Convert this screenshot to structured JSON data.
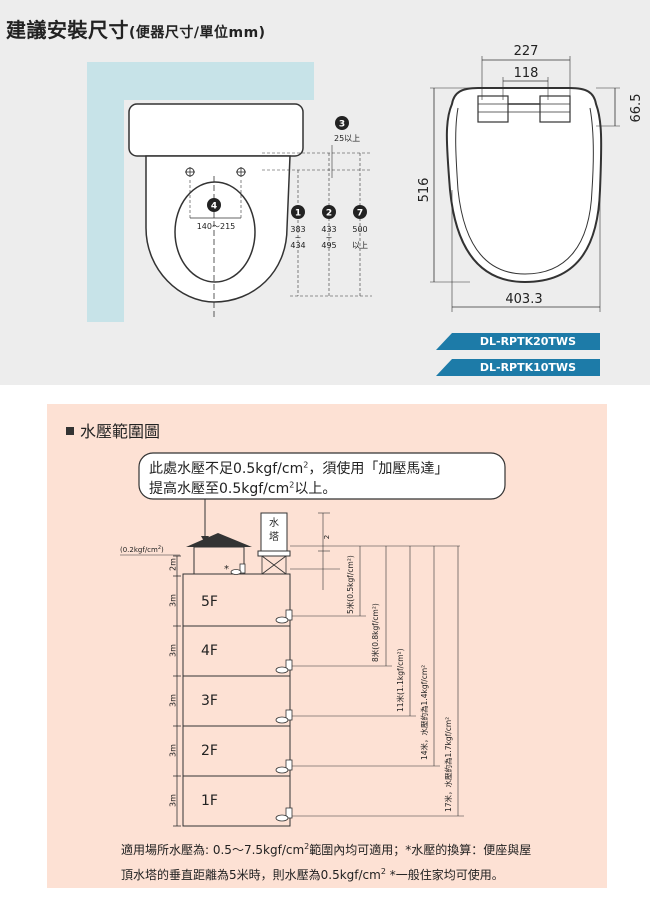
{
  "header": {
    "title": "建議安裝尺寸",
    "subtitle": "(便器尺寸/單位mm)"
  },
  "front_view": {
    "callout_3_num": "3",
    "callout_3_text": "25以上",
    "callout_4_num": "4",
    "callout_4_text": "140〜215",
    "callout_1_num": "1",
    "callout_1_top": "383",
    "callout_1_bottom": "434",
    "callout_2_num": "2",
    "callout_2_top": "433",
    "callout_2_bottom": "495",
    "callout_7_num": "7",
    "callout_7_top": "500",
    "callout_7_bottom": "以上",
    "tilde": "~"
  },
  "side_view": {
    "dim_width_outer": "227",
    "dim_width_inner": "118",
    "dim_height_top": "66.5",
    "dim_length": "516",
    "dim_bottom_width": "403.3"
  },
  "models": [
    "DL-RPTK20TWS",
    "DL-RPTK10TWS"
  ],
  "water_section": {
    "title": "水壓範圍圖",
    "note_line_1": "此處水壓不足0.5kgf/cm",
    "note_line_1_sup": "2",
    "note_line_1_end": "，須使用「加壓馬達」",
    "note_line_2": "提高水壓至0.5kgf/cm",
    "note_line_2_sup": "2",
    "note_line_2_end": "以上。",
    "tower_label_1": "水",
    "tower_label_2": "塔",
    "tower_dim": "2",
    "roof_pressure": "(0.2kgf/cm",
    "roof_pressure_sup": "2",
    "roof_pressure_end": ")",
    "star": "*",
    "floors": [
      "5F",
      "4F",
      "3F",
      "2F",
      "1F"
    ],
    "heights": [
      "2m",
      "3m",
      "3m",
      "3m",
      "3m",
      "3m"
    ],
    "pressures": [
      "5米(0.5kgf/cm²)",
      "8米(0.8kgf/cm²)",
      "11米(1.1kgf/cm²)",
      "14米，水壓約為1.4kgf/cm²",
      "17米，水壓約為1.7kgf/cm²"
    ],
    "footer_1": "適用場所水壓為: 0.5〜7.5kgf/cm",
    "footer_1_sup": "2",
    "footer_1_end": "範圍內均可適用；*水壓的換算：便座與屋",
    "footer_2": "頂水塔的垂直距離為5米時，則水壓為0.5kgf/cm",
    "footer_2_sup": "2",
    "footer_2_end": " *一般住家均可使用。"
  },
  "colors": {
    "wall": "#c7e3e8",
    "model_tag": "#1d7ba8",
    "bottom_bg": "#fde1d4",
    "top_bg": "#ededed"
  }
}
